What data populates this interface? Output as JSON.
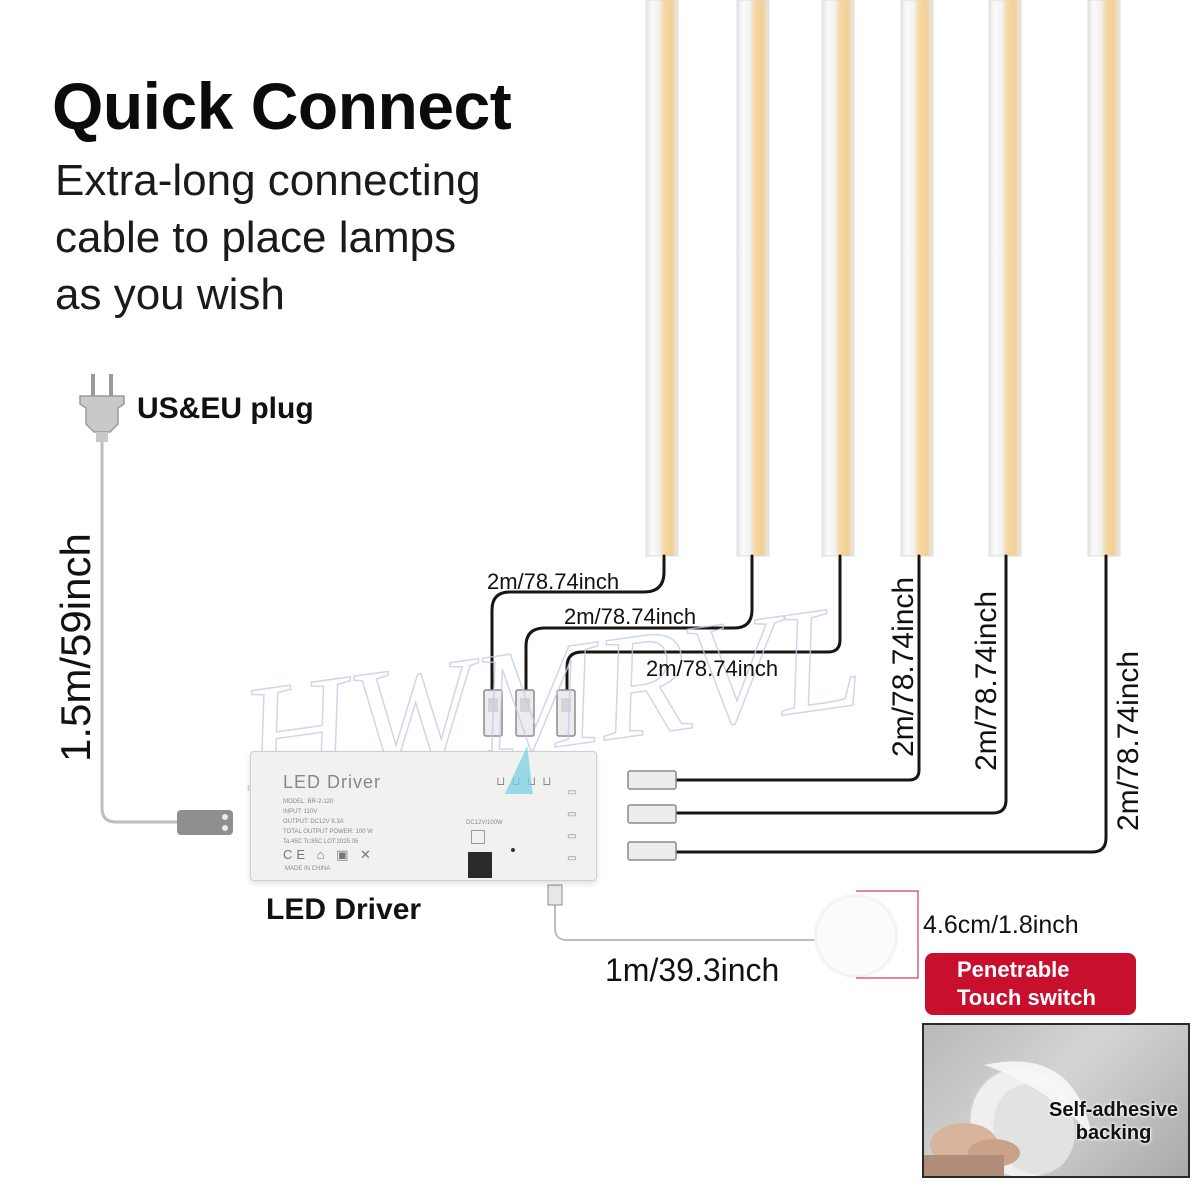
{
  "header": {
    "title": "Quick Connect",
    "subtitle_lines": [
      "Extra-long connecting",
      "cable to place lamps",
      "as you wish"
    ]
  },
  "plug": {
    "label": "US&EU plug",
    "cable_length": "1.5m/59inch"
  },
  "driver": {
    "label": "LED Driver",
    "brand_text": "LED Driver",
    "spec_lines": [
      "MODEL: BR-2-120",
      "INPUT: 110V",
      "OUTPUT: DC12V 8.3A",
      "TOTAL OUTPUT POWER: 100 W",
      "Ta:45C  Tc:85C  LOT:2025.05"
    ],
    "origin_text": "MADE IN CHINA",
    "rating_text": "DC12V/100W"
  },
  "lamps": {
    "cable_labels": [
      "2m/78.74inch",
      "2m/78.74inch",
      "2m/78.74inch",
      "2m/78.74inch",
      "2m/78.74inch",
      "2m/78.74inch"
    ]
  },
  "switch": {
    "cable_length": "1m/39.3inch",
    "size": "4.6cm/1.8inch",
    "badge_lines": [
      "Penetrable",
      "Touch switch"
    ],
    "photo_caption_lines": [
      "Self-adhesive",
      "backing"
    ]
  },
  "watermark": "HWMRVL",
  "colors": {
    "badge": "#c8102e",
    "strip_glow": "#f6d9a6",
    "cable": "#1b1410",
    "grey_cable": "#bdbdbd"
  }
}
